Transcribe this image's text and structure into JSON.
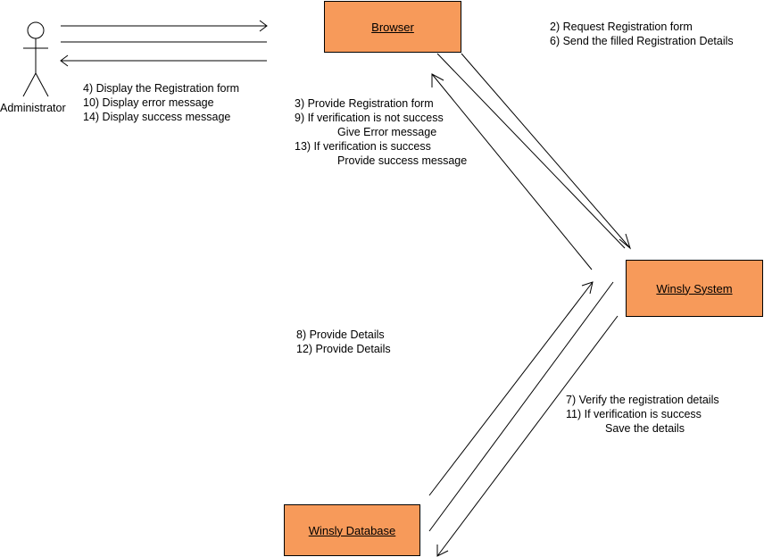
{
  "actor": {
    "name": "Administrator"
  },
  "nodes": {
    "browser": "Browser",
    "system": "Winsly System",
    "database": "Winsly Database"
  },
  "messages": {
    "admin_to_browser": [
      "2) Request Registration form",
      "6) Send the filled Registration Details"
    ],
    "browser_to_admin": [
      "4) Display the Registration form",
      "10) Display error message",
      "14) Display success message"
    ],
    "system_to_browser": [
      "3) Provide Registration form",
      "9) If verification is not success",
      "Give Error message",
      "13) If verification is success",
      "Provide success message"
    ],
    "database_to_system": [
      "8) Provide Details",
      "12) Provide Details"
    ],
    "system_to_database": [
      "7) Verify the registration details",
      "11) If verification is success",
      "Save the details"
    ]
  }
}
